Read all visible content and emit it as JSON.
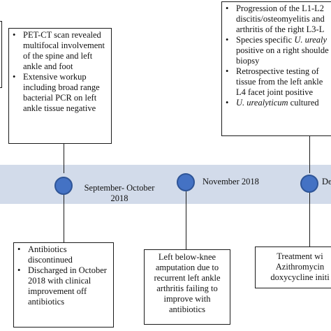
{
  "timeline": {
    "dates": [
      {
        "label_line1": "September- October",
        "label_line2": "2018"
      },
      {
        "label_line1": "November 2018"
      },
      {
        "label_line1": "De"
      }
    ]
  },
  "boxes": {
    "sep_oct_top": [
      "PET-CT scan revealed multifocal involvement of the spine and left ankle and foot",
      "Extensive workup including broad range bacterial PCR on left ankle tissue negative"
    ],
    "sep_oct_bottom": [
      "Antibiotics discontinued",
      "Discharged in October 2018 with clinical improvement off antibiotics"
    ],
    "nov_bottom": "Left below-knee amputation due to recurrent left ankle arthritis failing to improve with antibiotics",
    "dec_top": [
      {
        "text": "Progression of the L1-L2 discitis/osteomyelitis and arthritis of the right L3-L"
      },
      {
        "pre": "Species specific ",
        "italic": "U. urealy",
        "post": " positive on a right shoulde biopsy"
      },
      {
        "text": "Retrospective testing of tissue from the left ankle L4 facet joint positive"
      },
      {
        "pre": "",
        "italic": "U. urealyticum",
        "post": " cultured"
      }
    ],
    "dec_bottom": "Treatment wi Azithromycin doxycycline initi"
  }
}
